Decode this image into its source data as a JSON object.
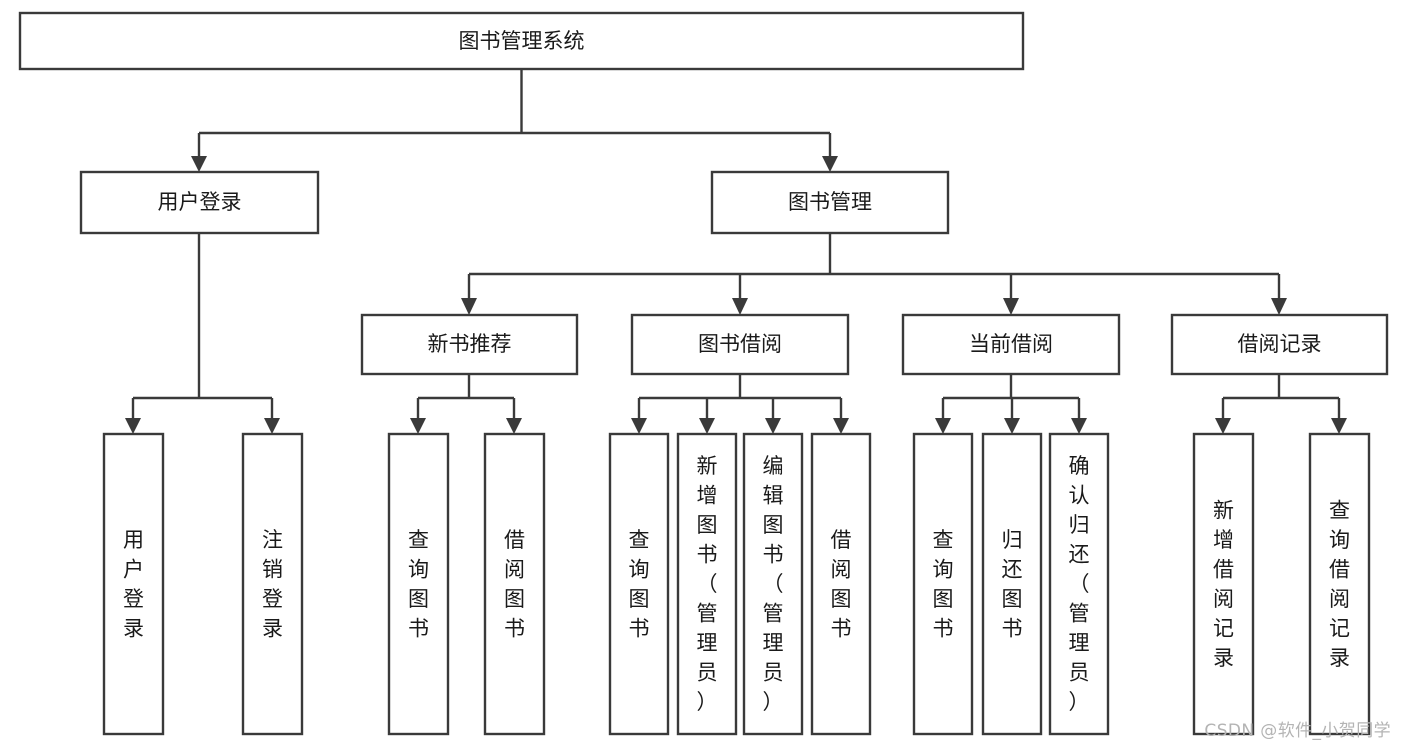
{
  "diagram": {
    "title": "图书管理系统",
    "type": "tree",
    "watermark": "CSDN @软件_小贺同学",
    "levels": {
      "root": {
        "label": "图书管理系统",
        "orientation": "horizontal"
      },
      "level2": [
        {
          "label": "用户登录",
          "orientation": "horizontal"
        },
        {
          "label": "图书管理",
          "orientation": "horizontal"
        }
      ],
      "level3": [
        {
          "label": "新书推荐",
          "orientation": "horizontal",
          "parent": "图书管理"
        },
        {
          "label": "图书借阅",
          "orientation": "horizontal",
          "parent": "图书管理"
        },
        {
          "label": "当前借阅",
          "orientation": "horizontal",
          "parent": "图书管理"
        },
        {
          "label": "借阅记录",
          "orientation": "horizontal",
          "parent": "图书管理"
        }
      ],
      "leaves": [
        {
          "label": "用户登录",
          "orientation": "vertical",
          "parent": "用户登录"
        },
        {
          "label": "注销登录",
          "orientation": "vertical",
          "parent": "用户登录"
        },
        {
          "label": "查询图书",
          "orientation": "vertical",
          "parent": "新书推荐"
        },
        {
          "label": "借阅图书",
          "orientation": "vertical",
          "parent": "新书推荐"
        },
        {
          "label": "查询图书",
          "orientation": "vertical",
          "parent": "图书借阅"
        },
        {
          "label": "新增图书（管理员）",
          "orientation": "vertical",
          "parent": "图书借阅"
        },
        {
          "label": "编辑图书（管理员）",
          "orientation": "vertical",
          "parent": "图书借阅"
        },
        {
          "label": "借阅图书",
          "orientation": "vertical",
          "parent": "图书借阅"
        },
        {
          "label": "查询图书",
          "orientation": "vertical",
          "parent": "当前借阅"
        },
        {
          "label": "归还图书",
          "orientation": "vertical",
          "parent": "当前借阅"
        },
        {
          "label": "确认归还（管理员）",
          "orientation": "vertical",
          "parent": "当前借阅"
        },
        {
          "label": "新增借阅记录",
          "orientation": "vertical",
          "parent": "借阅记录"
        },
        {
          "label": "查询借阅记录",
          "orientation": "vertical",
          "parent": "借阅记录"
        }
      ]
    },
    "colors": {
      "box_stroke": "#3a3a3a",
      "box_fill": "#ffffff",
      "text": "#1a1a1a",
      "background": "#ffffff",
      "watermark": "#b4b4b4"
    }
  }
}
